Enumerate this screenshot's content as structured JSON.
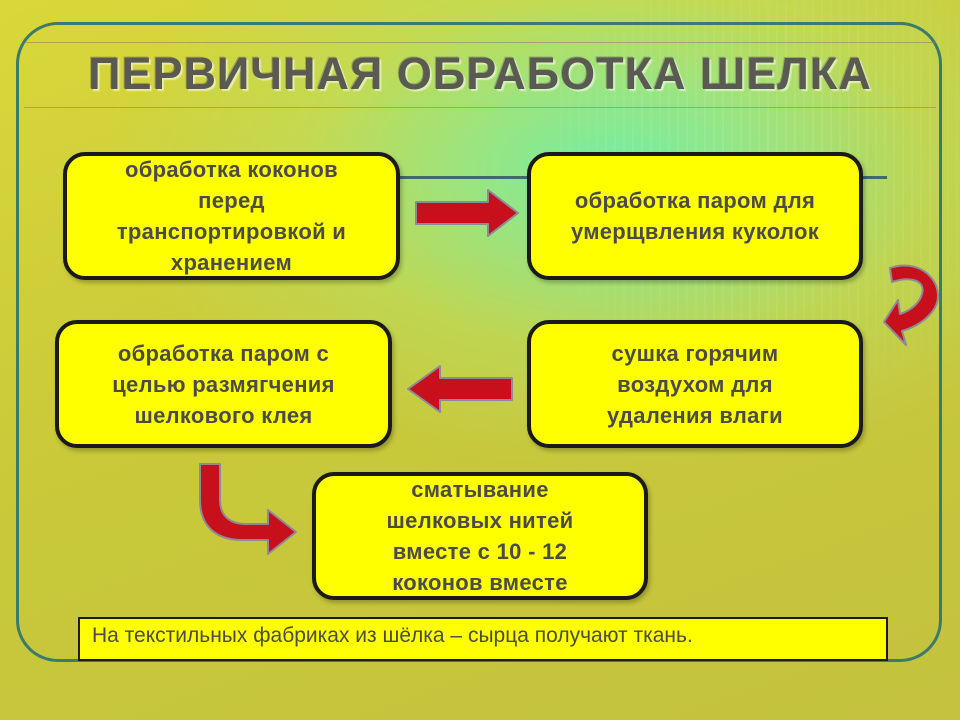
{
  "title": "ПЕРВИЧНАЯ ОБРАБОТКА ШЕЛКА",
  "steps": [
    {
      "lines": [
        "обработка коконов",
        "перед",
        "транспортировкой и",
        "хранением"
      ]
    },
    {
      "lines": [
        "обработка паром для",
        "умерщвления куколок"
      ]
    },
    {
      "lines": [
        "обработка паром с",
        "целью размягчения",
        "шелкового клея"
      ]
    },
    {
      "lines": [
        "сушка горячим",
        "воздухом для",
        "удаления влаги"
      ]
    },
    {
      "lines": [
        "сматывание",
        "шелковых нитей",
        "вместе с 10 - 12",
        "коконов  вместе"
      ]
    }
  ],
  "footer_note": "На текстильных фабриках из шёлка – сырца получают ткань.",
  "colors": {
    "box_fill": "#ffff00",
    "box_border": "#1a1a1a",
    "arrow": "#c8101c",
    "arrow_outline": "#8a8a9a",
    "frame": "#3c7a6e"
  },
  "flow": [
    "1 → 2",
    "2 → 4",
    "4 → 3",
    "3 → 5"
  ]
}
